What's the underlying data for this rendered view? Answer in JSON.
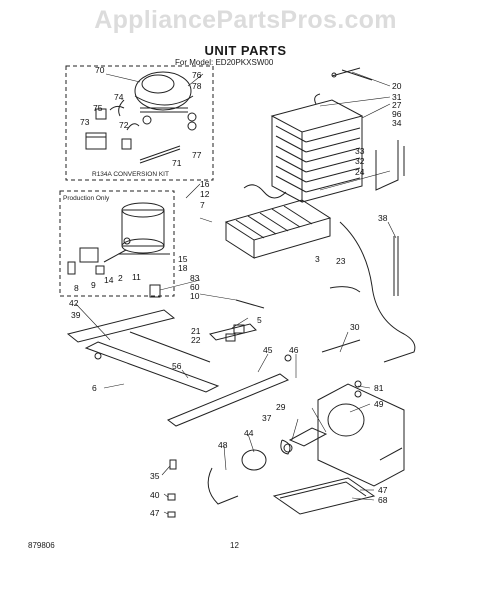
{
  "watermark": "AppliancePartsPros.com",
  "title": "UNIT PARTS",
  "model_line": "For Model: ED20PKXSW00",
  "box_conversion_label": "R134A CONVERSION KIT",
  "box_production_label": "Production Only",
  "doc_number": "879806",
  "page_number": "12",
  "callouts": [
    "70",
    "76",
    "74",
    "75",
    "72",
    "73",
    "71",
    "77",
    "78",
    "20",
    "31",
    "27",
    "96",
    "34",
    "33",
    "32",
    "24",
    "16",
    "12",
    "7",
    "15",
    "18",
    "83",
    "60",
    "10",
    "8",
    "9",
    "14",
    "2",
    "11",
    "3",
    "38",
    "23",
    "42",
    "39",
    "5",
    "21",
    "22",
    "30",
    "45",
    "46",
    "56",
    "6",
    "81",
    "49",
    "37",
    "29",
    "44",
    "48",
    "35",
    "40",
    "47",
    "68"
  ]
}
